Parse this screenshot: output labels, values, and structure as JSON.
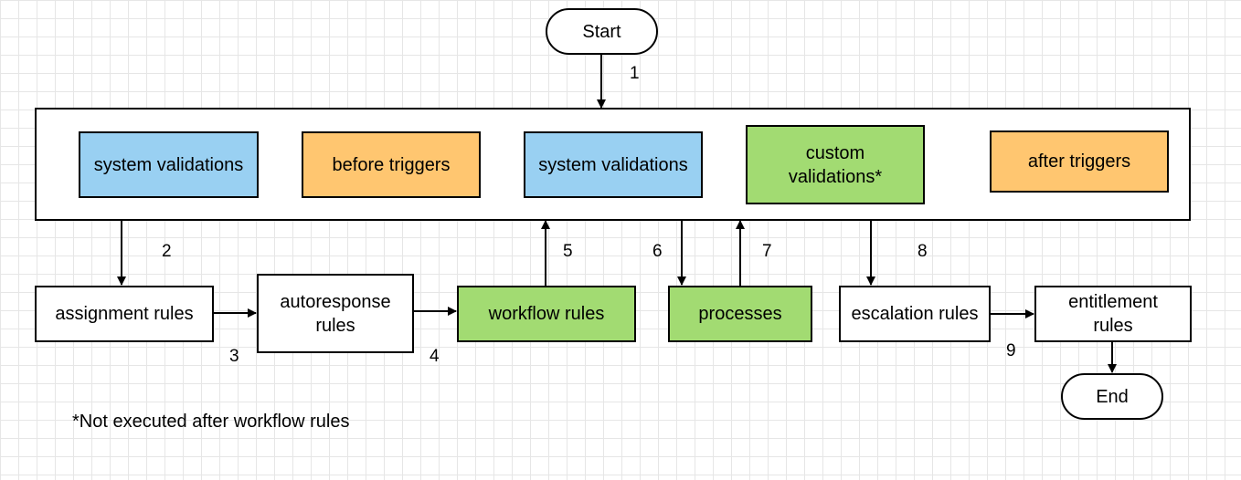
{
  "colors": {
    "system": "#99d0f2",
    "trigger": "#ffc670",
    "custom": "#a2db72",
    "plain": "#ffffff",
    "line": "#000000"
  },
  "nodes": {
    "start": "Start",
    "system_validations_1": "system validations",
    "before_triggers": "before triggers",
    "system_validations_2": "system validations",
    "custom_validations": "custom\nvalidations*",
    "after_triggers": "after triggers",
    "assignment_rules": "assignment rules",
    "autoresponse_rules": "autoresponse\nrules",
    "workflow_rules": "workflow rules",
    "processes": "processes",
    "escalation_rules": "escalation rules",
    "entitlement_rules": "entitlement\nrules",
    "end": "End"
  },
  "step_labels": [
    "1",
    "2",
    "3",
    "4",
    "5",
    "6",
    "7",
    "8",
    "9"
  ],
  "footnote": "*Not executed after workflow rules"
}
